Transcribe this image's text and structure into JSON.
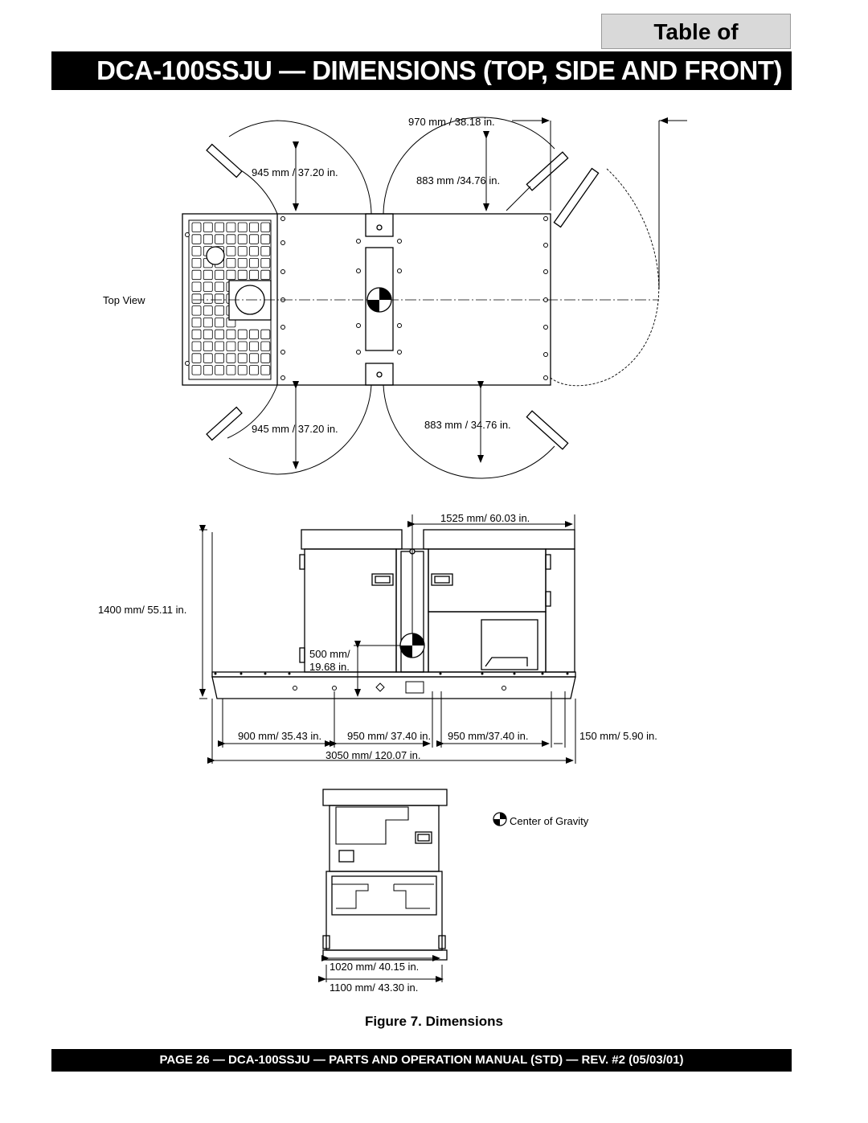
{
  "header": {
    "toc_label": "Table of Contents",
    "title": "DCA-100SSJU — DIMENSIONS (TOP, SIDE AND FRONT)"
  },
  "top_view": {
    "label": "Top View",
    "dim_width_door": "970 mm / 38.18 in.",
    "dim_left_upper": "945 mm / 37.20 in.",
    "dim_right_upper": "883 mm /34.76 in.",
    "dim_left_lower": "945 mm / 37.20 in.",
    "dim_right_lower": "883 mm / 34.76 in."
  },
  "side_view": {
    "dim_cg_horizontal": "1525 mm/ 60.03 in.",
    "dim_height": "1400 mm/ 55.11 in.",
    "dim_cg_height_line1": "500 mm/",
    "dim_cg_height_line2": "19.68 in.",
    "dim_seg1": "900 mm/ 35.43 in.",
    "dim_seg2": "950 mm/ 37.40 in.",
    "dim_seg3": "950 mm/37.40 in.",
    "dim_seg4": "150 mm/ 5.90 in.",
    "dim_total_length": "3050 mm/ 120.07 in."
  },
  "front_view": {
    "dim_inner_width": "1020 mm/ 40.15 in.",
    "dim_outer_width": "1100 mm/ 43.30 in.",
    "legend_cg": "Center of Gravity"
  },
  "figure_caption": "Figure 7. Dimensions",
  "footer": "PAGE 26 — DCA-100SSJU — PARTS AND OPERATION  MANUAL (STD) — REV. #2  (05/03/01)"
}
